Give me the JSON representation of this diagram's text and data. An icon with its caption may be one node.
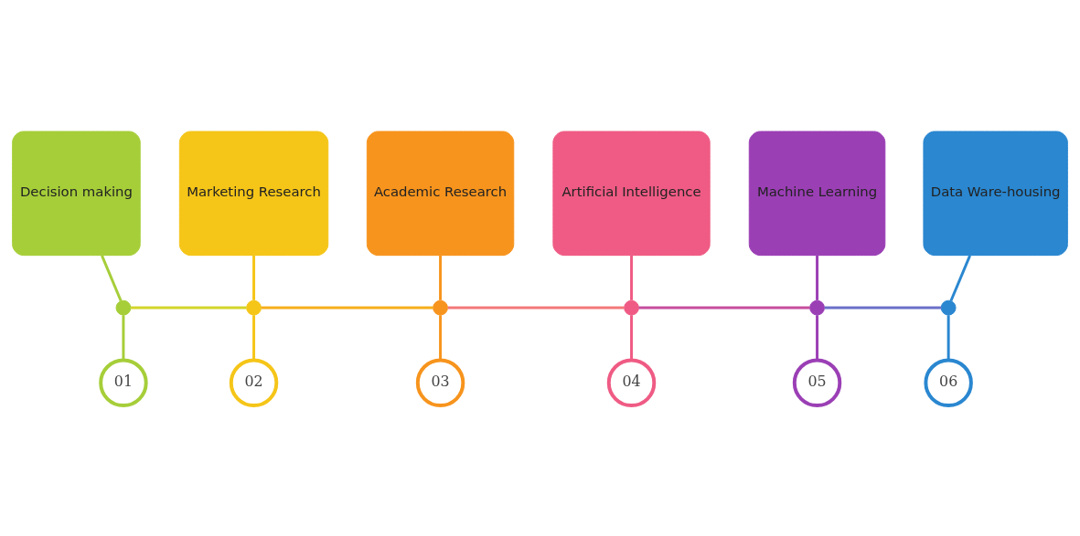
{
  "diagram": {
    "nodes": [
      {
        "text": [
          "Decision making"
        ]
      },
      {
        "text": [
          "Marketing Research"
        ]
      },
      {
        "text": [
          "Academic Research"
        ]
      },
      {
        "text": [
          "Artificial Intelligence"
        ]
      },
      {
        "text": [
          "Machine Learning"
        ]
      },
      {
        "text": [
          "Data Ware-housing"
        ]
      },
      {
        "text": [],
        "shape": "circle"
      },
      {
        "text": [],
        "shape": "circle"
      },
      {
        "text": [],
        "shape": "circle"
      },
      {
        "text": [],
        "shape": "circle"
      },
      {
        "text": [],
        "shape": "circle"
      },
      {
        "text": [],
        "shape": "circle"
      },
      {
        "text": [
          "01"
        ]
      },
      {
        "text": [
          "02"
        ]
      },
      {
        "text": [
          "03"
        ]
      },
      {
        "text": [
          "04"
        ]
      },
      {
        "text": [
          "05"
        ]
      },
      {
        "text": [
          "06"
        ]
      }
    ],
    "edges": [
      {
        "from": 0,
        "to": 6,
        "arrow": "none",
        "color": "#a6ce39"
      },
      {
        "from": 1,
        "to": 7,
        "arrow": "none",
        "color": "#f5c518"
      },
      {
        "from": 2,
        "to": 8,
        "arrow": "none",
        "color": "#f7941d"
      },
      {
        "from": 3,
        "to": 9,
        "arrow": "none",
        "color": "#ef5b84"
      },
      {
        "from": 4,
        "to": 10,
        "arrow": "none",
        "color": "#9b3fb5"
      },
      {
        "from": 5,
        "to": 11,
        "arrow": "none",
        "color": "#2a87d0"
      },
      {
        "from": 6,
        "to": 7,
        "arrow": "none",
        "color": "#d4d52a"
      },
      {
        "from": 7,
        "to": 8,
        "arrow": "none",
        "color": "#f6ae1b"
      },
      {
        "from": 8,
        "to": 9,
        "arrow": "none",
        "color": "#f3787a"
      },
      {
        "from": 9,
        "to": 10,
        "arrow": "none",
        "color": "#c54d9d"
      },
      {
        "from": 10,
        "to": 11,
        "arrow": "none",
        "color": "#6b70c8"
      },
      {
        "from": 6,
        "to": 12,
        "arrow": "none",
        "color": "#a6ce39"
      },
      {
        "from": 7,
        "to": 13,
        "arrow": "none",
        "color": "#f5c518"
      },
      {
        "from": 8,
        "to": 14,
        "arrow": "none",
        "color": "#f7941d"
      },
      {
        "from": 9,
        "to": 15,
        "arrow": "none",
        "color": "#ef5b84"
      },
      {
        "from": 10,
        "to": 16,
        "arrow": "none",
        "color": "#9b3fb5"
      },
      {
        "from": 11,
        "to": 17,
        "arrow": "none",
        "color": "#2a87d0"
      }
    ]
  }
}
